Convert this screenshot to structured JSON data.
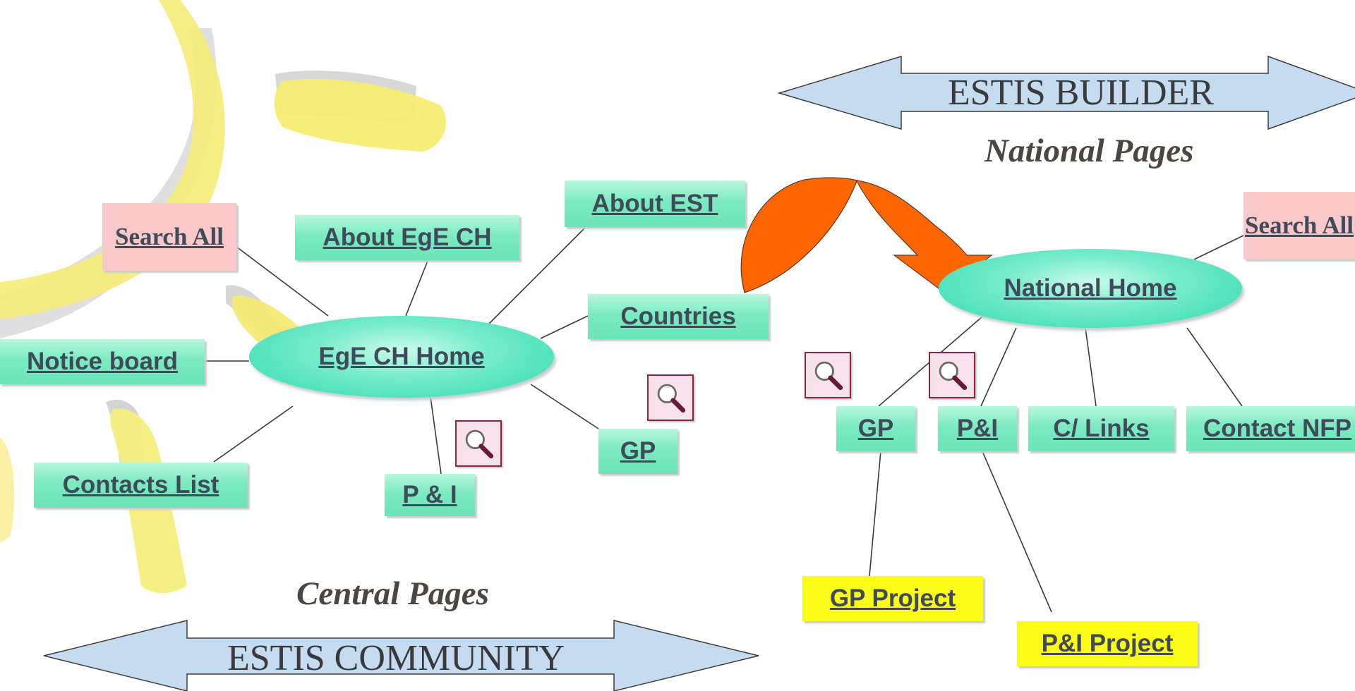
{
  "colors": {
    "node_green": "#6ce3b7",
    "node_pink": "#f8c9c8",
    "node_yellow": "#fdfc18",
    "ellipse": "#2fd9b3",
    "banner_blue": "#c5dbef",
    "flow_arrow": "#ff6600",
    "text": "#3f4a5a",
    "background_art": "#f3ea6e"
  },
  "community": {
    "banner": "ESTIS COMMUNITY",
    "caption": "Central Pages",
    "home": "EgE CH Home",
    "search_all": "Search All",
    "about_ege": "About EgE CH",
    "about_est": "About EST",
    "countries": "Countries",
    "notice_board": "Notice board",
    "contacts_list": "Contacts List",
    "p_and_i": "P & I",
    "gp": "GP"
  },
  "builder": {
    "banner": "ESTIS BUILDER",
    "caption": "National Pages",
    "home": "National Home",
    "search_all": "Search All",
    "gp": "GP",
    "p_and_i": "P&I",
    "c_links": "C/ Links",
    "contact_nfp": "Contact NFP",
    "gp_project": "GP Project",
    "p_and_i_project": "P&I Project"
  },
  "icons": {
    "search": "magnifier-icon",
    "flow": "curved-arrow-icon",
    "banner": "double-arrow-icon"
  }
}
